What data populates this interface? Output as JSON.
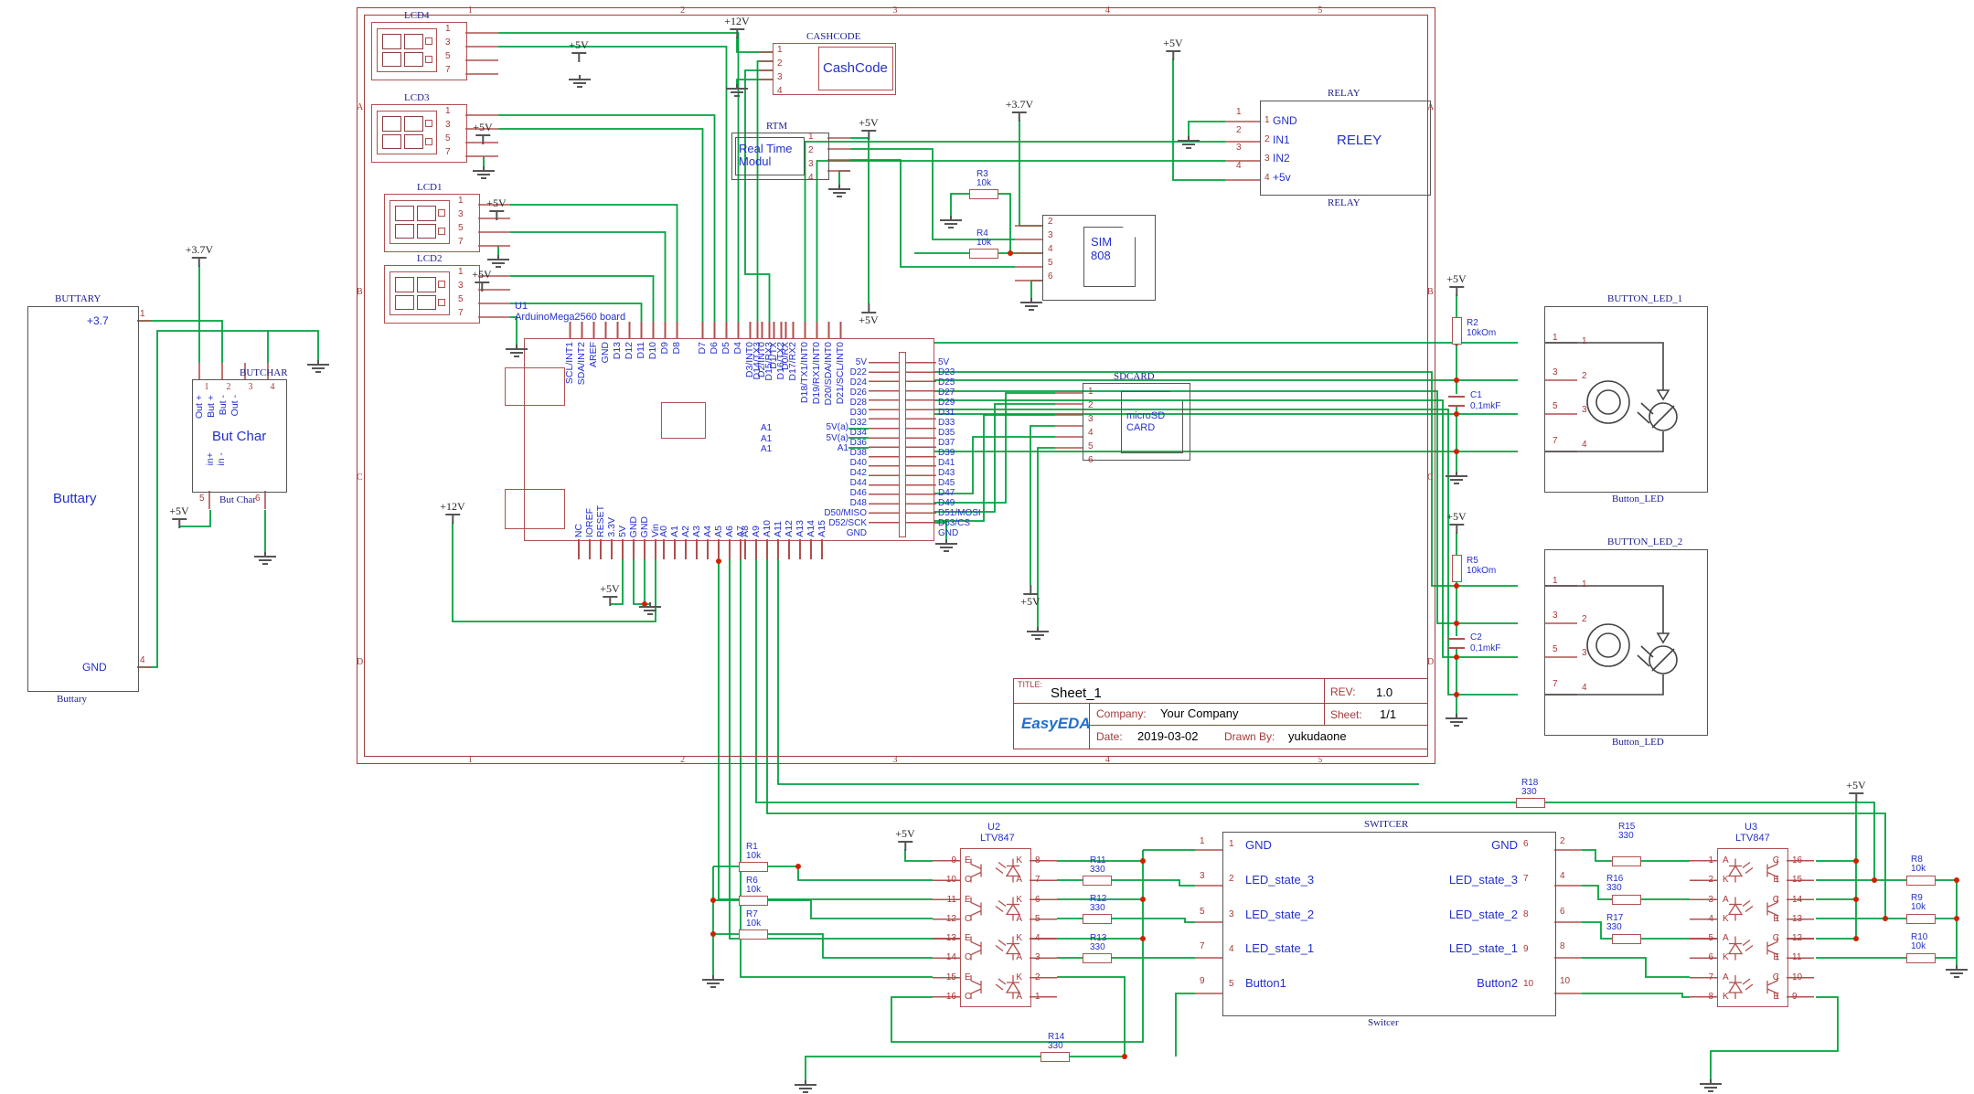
{
  "sheet": {
    "cols": [
      "1",
      "2",
      "3",
      "4",
      "5"
    ],
    "rows": [
      "A",
      "B",
      "C",
      "D"
    ]
  },
  "title_block": {
    "title_label": "TITLE:",
    "title": "Sheet_1",
    "rev_label": "REV:",
    "rev": "1.0",
    "company_label": "Company:",
    "company": "Your Company",
    "sheet_label": "Sheet:",
    "sheet": "1/1",
    "date_label": "Date:",
    "date": "2019-03-02",
    "drawn_label": "Drawn By:",
    "drawn_by": "yukudaone",
    "logo": "EasyEDA"
  },
  "power": {
    "p5": "+5V",
    "p12": "+12V",
    "p37": "+3.7V"
  },
  "battery": {
    "ref": "BUTTARY",
    "value": "Buttary",
    "sub": "Buttary",
    "pin1_name": "+3.7",
    "pin1_num": "1",
    "pin4_name": "GND",
    "pin4_num": "4"
  },
  "butchar": {
    "ref": "BUTCHAR",
    "value": "But Char",
    "sub": "But Char",
    "top_names": [
      "Out +",
      "But +",
      "But -",
      "Out -"
    ],
    "top_nums": [
      "1",
      "2",
      "3",
      "4"
    ],
    "bot_names": [
      "in+",
      "in -"
    ],
    "bot_nums": [
      "5",
      "6"
    ]
  },
  "lcds": [
    {
      "ref": "LCD4",
      "pins": [
        "1",
        "3",
        "5",
        "7"
      ]
    },
    {
      "ref": "LCD3",
      "pins": [
        "1",
        "3",
        "5",
        "7"
      ]
    },
    {
      "ref": "LCD1",
      "pins": [
        "1",
        "3",
        "5",
        "7"
      ]
    },
    {
      "ref": "LCD2",
      "pins": [
        "1",
        "3",
        "5",
        "7"
      ]
    }
  ],
  "cashcode": {
    "ref": "CASHCODE",
    "value": "CashCode",
    "pins": [
      "1",
      "2",
      "3",
      "4"
    ]
  },
  "rtm": {
    "ref": "RTM",
    "value_l1": "Real Time",
    "value_l2": "Modul",
    "pins": [
      "1",
      "2",
      "3",
      "4"
    ]
  },
  "sim": {
    "l1": "SIM",
    "l2": "808",
    "pins": [
      "2",
      "3",
      "4",
      "5",
      "6"
    ]
  },
  "sdcard": {
    "ref": "SDCARD",
    "l1": "microSD",
    "l2": "CARD",
    "pins": [
      "1",
      "2",
      "3",
      "4",
      "5",
      "6"
    ]
  },
  "relay": {
    "ref": "RELAY",
    "sub": "RELAY",
    "value": "RELEY",
    "stub_nums": [
      "1",
      "2",
      "3",
      "4"
    ],
    "pin_nums": [
      "1",
      "2",
      "3",
      "4"
    ],
    "pin_names": [
      "GND",
      "IN1",
      "IN2",
      "+5v"
    ]
  },
  "arduino": {
    "ref": "U1",
    "value": "ArduinoMega2560 board",
    "top1": [
      "SCL/INT1",
      "SDA/INT2",
      "AREF",
      "GND",
      "D13",
      "D12",
      "D11",
      "D10",
      "D9",
      "D8"
    ],
    "top2": [
      "D7",
      "D6",
      "D5",
      "D4",
      "D3/INT0",
      "D2/INT0",
      "D1/TX",
      "D0/RX"
    ],
    "top3": [
      "D14/TX3",
      "D15/RX3",
      "D16/TX2",
      "D17/RX2",
      "D18/TX1/INT0",
      "D19/RX1/INT0",
      "D20/SDA/INT0",
      "D21/SCL/INT0"
    ],
    "bot1": [
      "NC",
      "IOREF",
      "RESET",
      "3.3V",
      "5V",
      "GND",
      "GND",
      "Vin"
    ],
    "bot2": [
      "A0",
      "A1",
      "A2",
      "A3",
      "A4",
      "A5",
      "A6",
      "A7"
    ],
    "bot3": [
      "A8",
      "A9",
      "A10",
      "A11",
      "A12",
      "A13",
      "A14",
      "A15"
    ],
    "hdr_left": [
      "5V",
      "D22",
      "D24",
      "D26",
      "D28",
      "D30",
      "D32",
      "D34",
      "D36",
      "D38",
      "D40",
      "D42",
      "D44",
      "D46",
      "D48",
      "D50/MISO",
      "D52/SCK",
      "GND"
    ],
    "hdr_right": [
      "5V",
      "D23",
      "D25",
      "D27",
      "D29",
      "D31",
      "D33",
      "D35",
      "D37",
      "D39",
      "D41",
      "D43",
      "D45",
      "D47",
      "D49",
      "D51/MOSI",
      "D53/CS",
      "GND"
    ],
    "nets_a": [
      "A1",
      "A1",
      "A1"
    ],
    "nets_b": [
      "5V(a)",
      "5V(a)",
      "A1"
    ]
  },
  "button_led_1": {
    "ref": "BUTTON_LED_1",
    "sub": "Button_LED",
    "stub_nums": [
      "1",
      "3",
      "5",
      "7"
    ],
    "pin_nums": [
      "1",
      "2",
      "3",
      "4"
    ]
  },
  "button_led_2": {
    "ref": "BUTTON_LED_2",
    "sub": "Button_LED",
    "stub_nums": [
      "1",
      "3",
      "5",
      "7"
    ],
    "pin_nums": [
      "1",
      "2",
      "3",
      "4"
    ]
  },
  "switcher": {
    "ref": "SWITCER",
    "sub": "Switcer",
    "left_stubs": [
      "1",
      "3",
      "5",
      "7",
      "9"
    ],
    "left_nums": [
      "1",
      "2",
      "3",
      "4",
      "5"
    ],
    "left_names": [
      "GND",
      "LED_state_3",
      "LED_state_2",
      "LED_state_1",
      "Button1"
    ],
    "right_names": [
      "GND",
      "LED_state_3",
      "LED_state_2",
      "LED_state_1",
      "Button2"
    ],
    "right_nums": [
      "6",
      "7",
      "8",
      "9",
      "10"
    ],
    "right_stubs": [
      "2",
      "4",
      "6",
      "8",
      "10"
    ]
  },
  "u2": {
    "ref": "U2",
    "value": "LTV847",
    "left_nums": [
      "9",
      "10",
      "11",
      "12",
      "13",
      "14",
      "15",
      "16"
    ],
    "right_nums": [
      "8",
      "7",
      "6",
      "5",
      "4",
      "3",
      "2",
      "1"
    ],
    "left_letters": [
      "E",
      "C",
      "E",
      "C",
      "E",
      "C",
      "E",
      "C"
    ],
    "right_letters": [
      "K",
      "A",
      "K",
      "A",
      "K",
      "A",
      "K",
      "A"
    ]
  },
  "u3": {
    "ref": "U3",
    "value": "LTV847",
    "left_nums": [
      "1",
      "2",
      "3",
      "4",
      "5",
      "6",
      "7",
      "8"
    ],
    "right_nums": [
      "16",
      "15",
      "14",
      "13",
      "12",
      "11",
      "10",
      "9"
    ],
    "left_letters": [
      "A",
      "K",
      "A",
      "K",
      "A",
      "K",
      "A",
      "K"
    ],
    "right_letters": [
      "C",
      "E",
      "C",
      "E",
      "C",
      "E",
      "C",
      "E"
    ]
  },
  "resistors": {
    "r1": {
      "ref": "R1",
      "val": "10k"
    },
    "r2": {
      "ref": "R2",
      "val": "10kOm"
    },
    "r3": {
      "ref": "R3",
      "val": "10k"
    },
    "r4": {
      "ref": "R4",
      "val": "10k"
    },
    "r5": {
      "ref": "R5",
      "val": "10kOm"
    },
    "r6": {
      "ref": "R6",
      "val": "10k"
    },
    "r7": {
      "ref": "R7",
      "val": "10k"
    },
    "r8": {
      "ref": "R8",
      "val": "10k"
    },
    "r9": {
      "ref": "R9",
      "val": "10k"
    },
    "r10": {
      "ref": "R10",
      "val": "10k"
    },
    "r11": {
      "ref": "R11",
      "val": "330"
    },
    "r12": {
      "ref": "R12",
      "val": "330"
    },
    "r13": {
      "ref": "R13",
      "val": "330"
    },
    "r14": {
      "ref": "R14",
      "val": "330"
    },
    "r15": {
      "ref": "R15",
      "val": "330"
    },
    "r16": {
      "ref": "R16",
      "val": "330"
    },
    "r17": {
      "ref": "R17",
      "val": "330"
    },
    "r18": {
      "ref": "R18",
      "val": "330"
    }
  },
  "caps": {
    "c1": {
      "ref": "C1",
      "val": "0,1mkF"
    },
    "c2": {
      "ref": "C2",
      "val": "0,1mkF"
    }
  }
}
